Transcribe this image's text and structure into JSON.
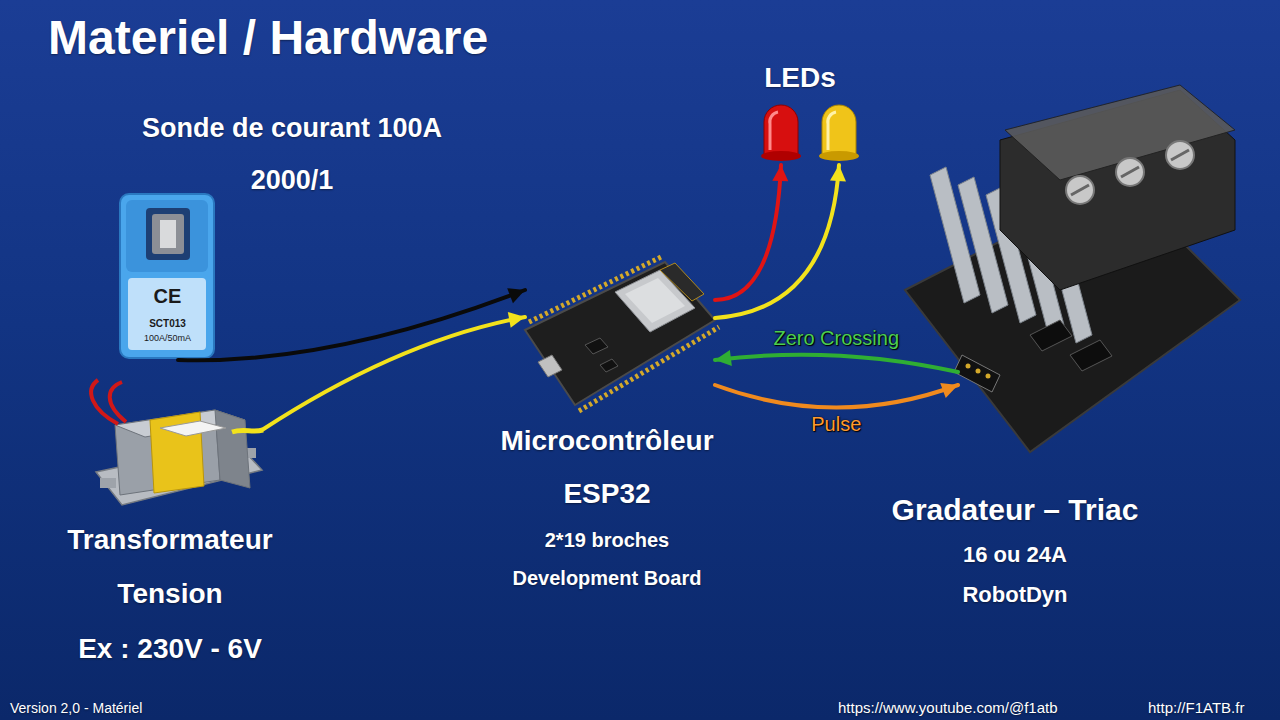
{
  "diagram": {
    "title": "Materiel / Hardware",
    "nodes": [
      {
        "text": [
          "Sonde de courant 100A",
          "2000/1"
        ]
      },
      {
        "text": [
          "Transformateur Tension",
          "Ex : 230V - 6V"
        ]
      },
      {
        "text": [
          "Microcontrôleur ESP32",
          "2*19 broches Development Board"
        ]
      },
      {
        "text": [
          "LEDs"
        ]
      },
      {
        "text": [
          "Gradateur – Triac",
          "16 ou 24A",
          "RobotDyn"
        ]
      }
    ],
    "edges": [
      {
        "from": 0,
        "to": 2,
        "arrow": "to"
      },
      {
        "from": 1,
        "to": 2,
        "arrow": "to"
      },
      {
        "from": 2,
        "to": 3,
        "arrow": "to"
      },
      {
        "from": 2,
        "to": 3,
        "arrow": "to"
      },
      {
        "from": 4,
        "to": 2,
        "label": "Zero Crossing",
        "arrow": "to"
      },
      {
        "from": 2,
        "to": 4,
        "label": "Pulse",
        "arrow": "to"
      }
    ],
    "labels": [
      "CE",
      "SCT013",
      "100A/50mA",
      "Version 2,0 - Matériel",
      "https://www.youtube.com/@f1atb",
      "http://F1ATB.fr"
    ]
  }
}
